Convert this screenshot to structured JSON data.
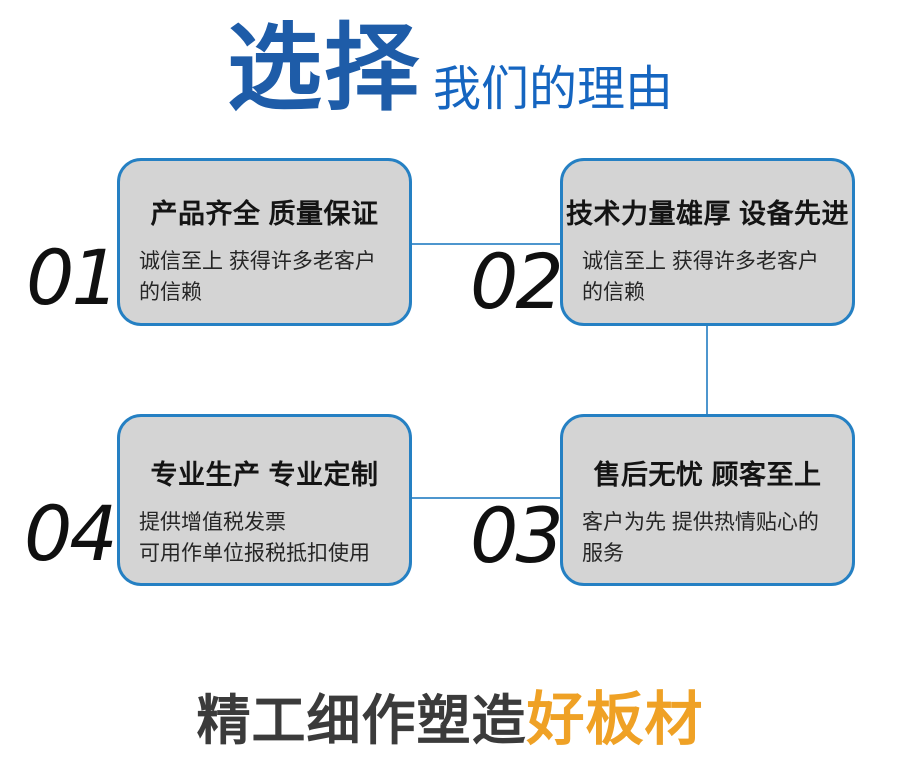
{
  "title": {
    "highlight": "选择",
    "rest": "我们的理由"
  },
  "cards": [
    {
      "number": "01",
      "heading": "产品齐全 质量保证",
      "body_line1": "诚信至上 获得许多老客户",
      "body_line2": "的信赖"
    },
    {
      "number": "02",
      "heading": "技术力量雄厚 设备先进",
      "body_line1": "诚信至上 获得许多老客户",
      "body_line2": "的信赖"
    },
    {
      "number": "03",
      "heading": "售后无忧 顾客至上",
      "body_line1": "客户为先 提供热情贴心的",
      "body_line2": "服务"
    },
    {
      "number": "04",
      "heading": "专业生产 专业定制",
      "body_line1": "提供增值税发票",
      "body_line2": "可用作单位报税抵扣使用"
    }
  ],
  "footer": {
    "normal": "精工细作塑造",
    "highlight": "好板材"
  },
  "colors": {
    "title_blue": "#1E5CA8",
    "subtitle_blue": "#1565C0",
    "card_fill": "#D4D4D4",
    "card_border": "#2580C3",
    "connector_blue": "#4E96CE",
    "number_black": "#101010",
    "footer_gray": "#3B3B3B",
    "footer_orange": "#EFA125"
  }
}
